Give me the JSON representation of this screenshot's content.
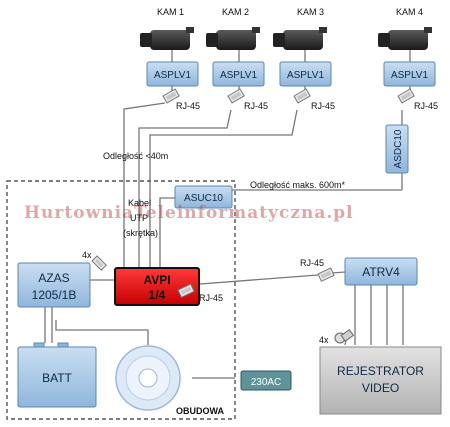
{
  "cameras": [
    {
      "label": "KAM 1",
      "adapter": "ASPLV1",
      "connector": "RJ-45"
    },
    {
      "label": "KAM 2",
      "adapter": "ASPLV1",
      "connector": "RJ-45"
    },
    {
      "label": "KAM 3",
      "adapter": "ASPLV1",
      "connector": "RJ-45"
    },
    {
      "label": "KAM 4",
      "adapter": "ASPLV1",
      "connector": "RJ-45"
    }
  ],
  "labels": {
    "distance_short": "Odległość <40m",
    "distance_long": "Odległość maks. 600m*",
    "asuc": "ASUC10",
    "asdc": "ASDC10",
    "cable_line1": "Kabel",
    "cable_line2": "UTP",
    "cable_line3": "(skrętka)",
    "count_4x_left": "4x",
    "count_4x_right": "4x",
    "azas_line1": "AZAS",
    "azas_line2": "1205/1B",
    "avpi_line1": "AVPI",
    "avpi_line2": "1/4",
    "rj45_avpi": "RJ-45",
    "rj45_atrv": "RJ-45",
    "atrv": "ATRV4",
    "batt": "BATT",
    "ac": "230AC",
    "housing": "OBUDOWA",
    "recorder_line1": "REJESTRATOR",
    "recorder_line2": "VIDEO",
    "watermark": "HurtowniaTeleinformatyczna.pl"
  },
  "colors": {
    "box_fill": "#a8c8e8",
    "box_stroke": "#5b87b0",
    "avpi_fill": "#e8000a",
    "recorder_fill": "#c8c8c8",
    "ac_fill": "#5d9399",
    "line": "#777777"
  }
}
